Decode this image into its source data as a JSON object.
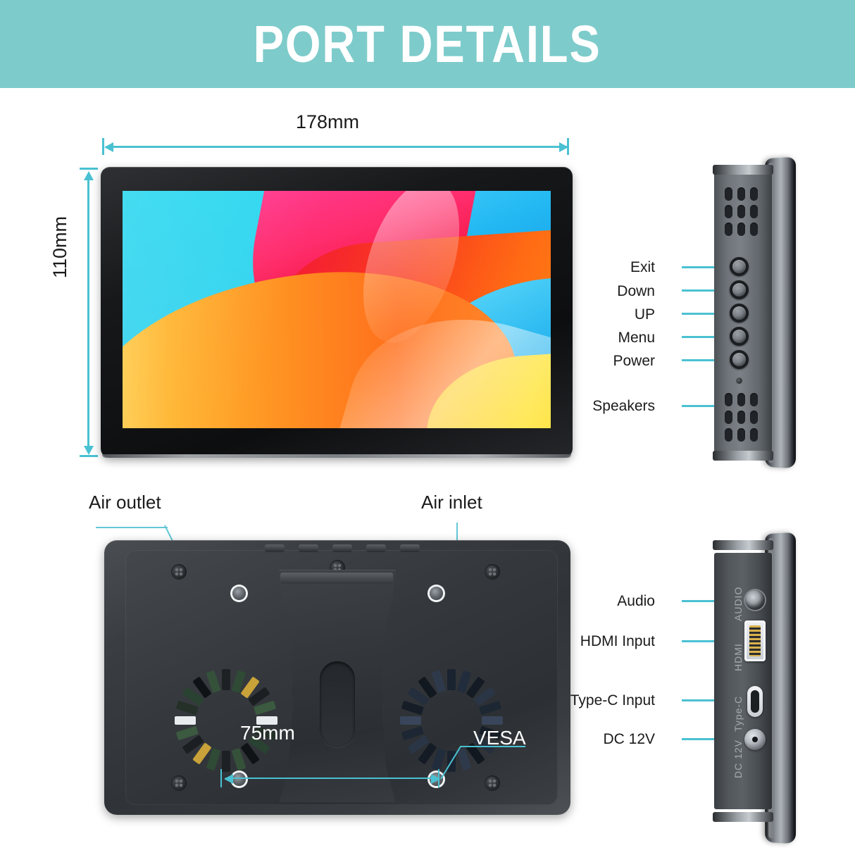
{
  "header": {
    "title": "PORT DETAILS",
    "background_color": "#7ecbcb",
    "text_color": "#ffffff"
  },
  "accent_color": "#4ac1d2",
  "front_view": {
    "dimensions": {
      "width_label": "178mm",
      "height_label": "110mm"
    }
  },
  "side_view_controls": {
    "labels": [
      {
        "text": "Exit"
      },
      {
        "text": "Down"
      },
      {
        "text": "UP"
      },
      {
        "text": "Menu"
      },
      {
        "text": "Power"
      },
      {
        "text": "Speakers"
      }
    ]
  },
  "side_view_ports": {
    "labels": [
      {
        "text": "Audio"
      },
      {
        "text": "HDMI Input"
      },
      {
        "text": "Type-C Input"
      },
      {
        "text": "DC 12V"
      }
    ],
    "silkscreen": [
      {
        "text": "AUDIO"
      },
      {
        "text": "HDMI"
      },
      {
        "text": "Type-C"
      },
      {
        "text": "DC 12V"
      }
    ]
  },
  "back_view": {
    "air_outlet_label": "Air outlet",
    "air_inlet_label": "Air inlet",
    "vesa_label": "VESA",
    "vesa_spacing_label": "75mm"
  }
}
